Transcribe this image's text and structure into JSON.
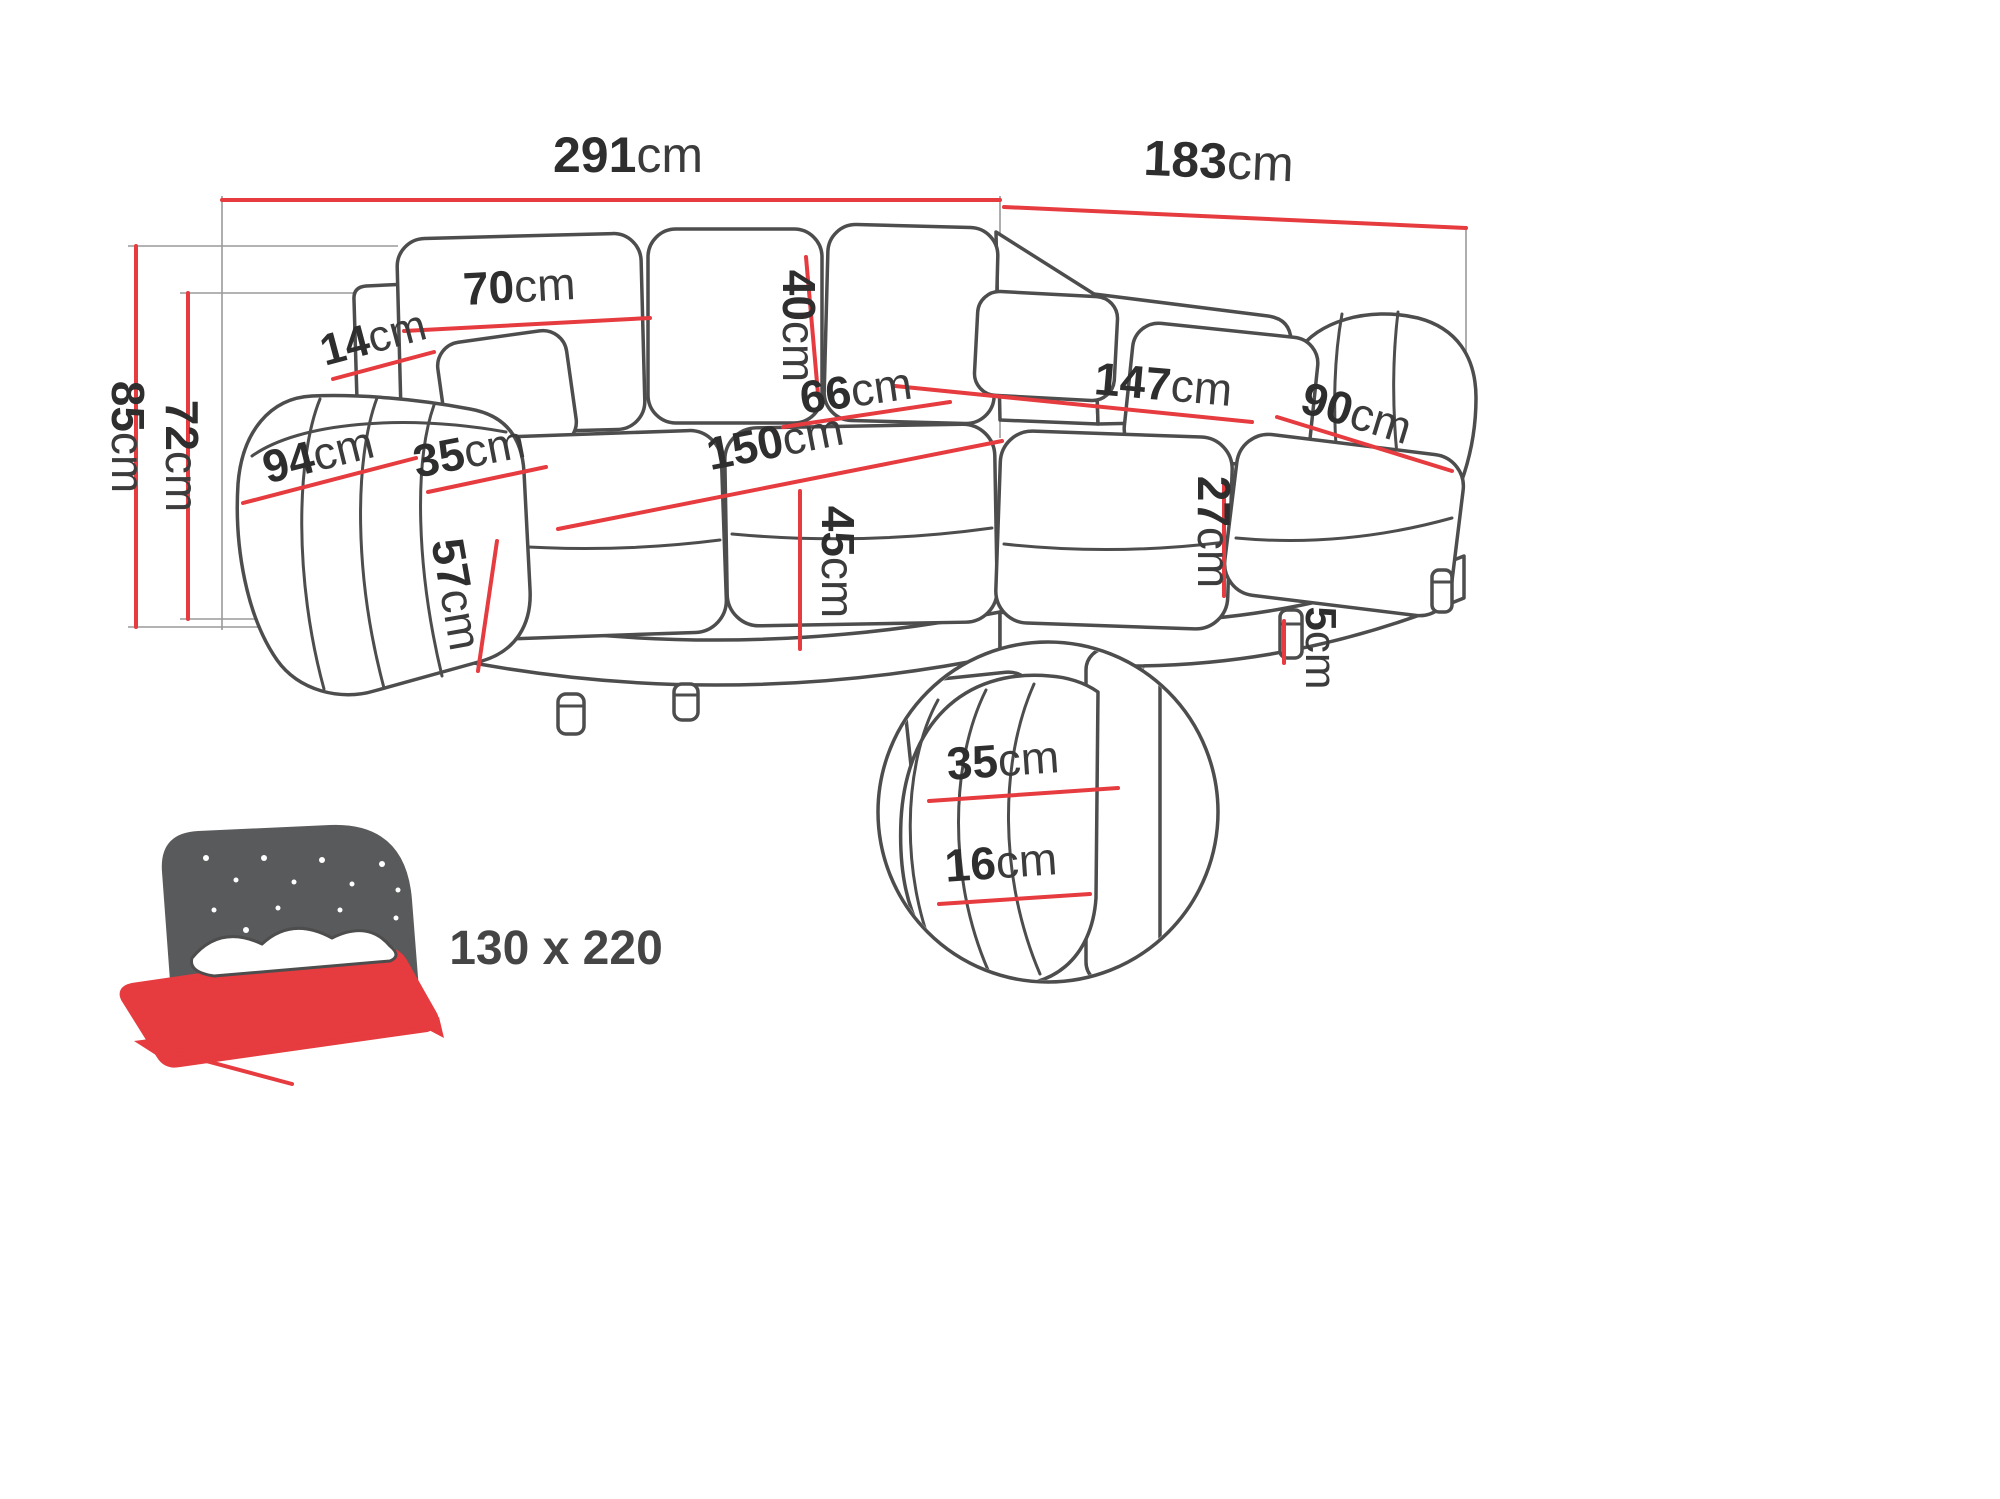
{
  "diagram": {
    "type": "corner-sofa-dimension-diagram",
    "unit": "cm",
    "accent_color": "#e63b3f",
    "line_color": "#4d4d4d"
  },
  "dimensions": {
    "total_width": {
      "value": "291",
      "unit": "cm"
    },
    "total_depth": {
      "value": "183",
      "unit": "cm"
    },
    "total_height": {
      "value": "85",
      "unit": "cm"
    },
    "backrest_height": {
      "value": "72",
      "unit": "cm"
    },
    "back_cushion_width": {
      "value": "70",
      "unit": "cm"
    },
    "armrest_top_width": {
      "value": "14",
      "unit": "cm"
    },
    "back_cushion_height": {
      "value": "40",
      "unit": "cm"
    },
    "seat_depth": {
      "value": "66",
      "unit": "cm"
    },
    "chaise_length": {
      "value": "147",
      "unit": "cm"
    },
    "chaise_width": {
      "value": "90",
      "unit": "cm"
    },
    "armrest_depth": {
      "value": "94",
      "unit": "cm"
    },
    "armrest_width": {
      "value": "35",
      "unit": "cm"
    },
    "seat_width": {
      "value": "150",
      "unit": "cm"
    },
    "seat_height": {
      "value": "45",
      "unit": "cm"
    },
    "armrest_front_height": {
      "value": "57",
      "unit": "cm"
    },
    "chaise_cushion_height": {
      "value": "27",
      "unit": "cm"
    },
    "leg_height": {
      "value": "5",
      "unit": "cm"
    },
    "detail_upper_width": {
      "value": "35",
      "unit": "cm"
    },
    "detail_lower_width": {
      "value": "16",
      "unit": "cm"
    }
  },
  "sleeping_area": {
    "label": "130 x 220"
  }
}
